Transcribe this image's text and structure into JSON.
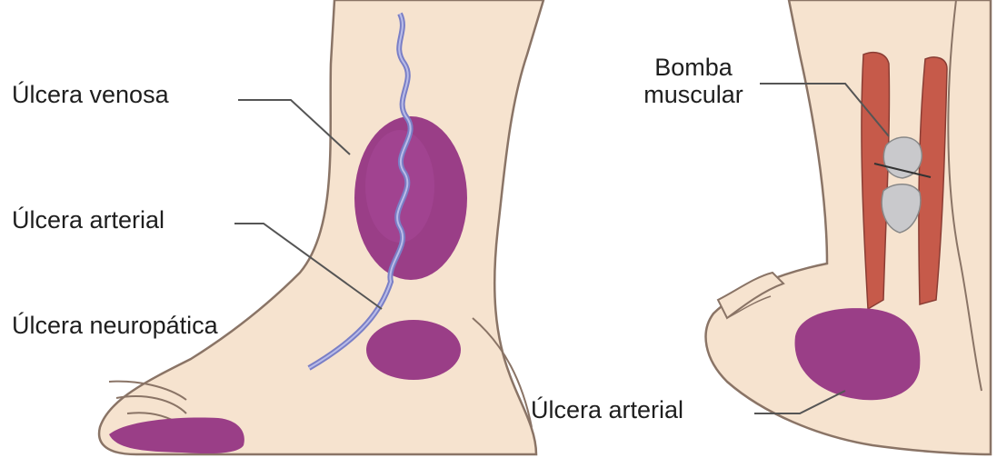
{
  "labels": {
    "venous_ulcer": "Úlcera venosa",
    "arterial_ulcer_left": "Úlcera arterial",
    "neuropathic_ulcer": "Úlcera neuropática",
    "muscle_pump_line1": "Bomba",
    "muscle_pump_line2": "muscular",
    "arterial_ulcer_right": "Úlcera arterial"
  },
  "colors": {
    "skin": "#f6e3cf",
    "outline": "#8a7466",
    "ulcer": "#9a3e87",
    "ulcer_light": "#b45aa2",
    "vein": "#8a8fd0",
    "muscle": "#c65a4a",
    "valve": "#c9c9cc",
    "leader": "#555555"
  }
}
